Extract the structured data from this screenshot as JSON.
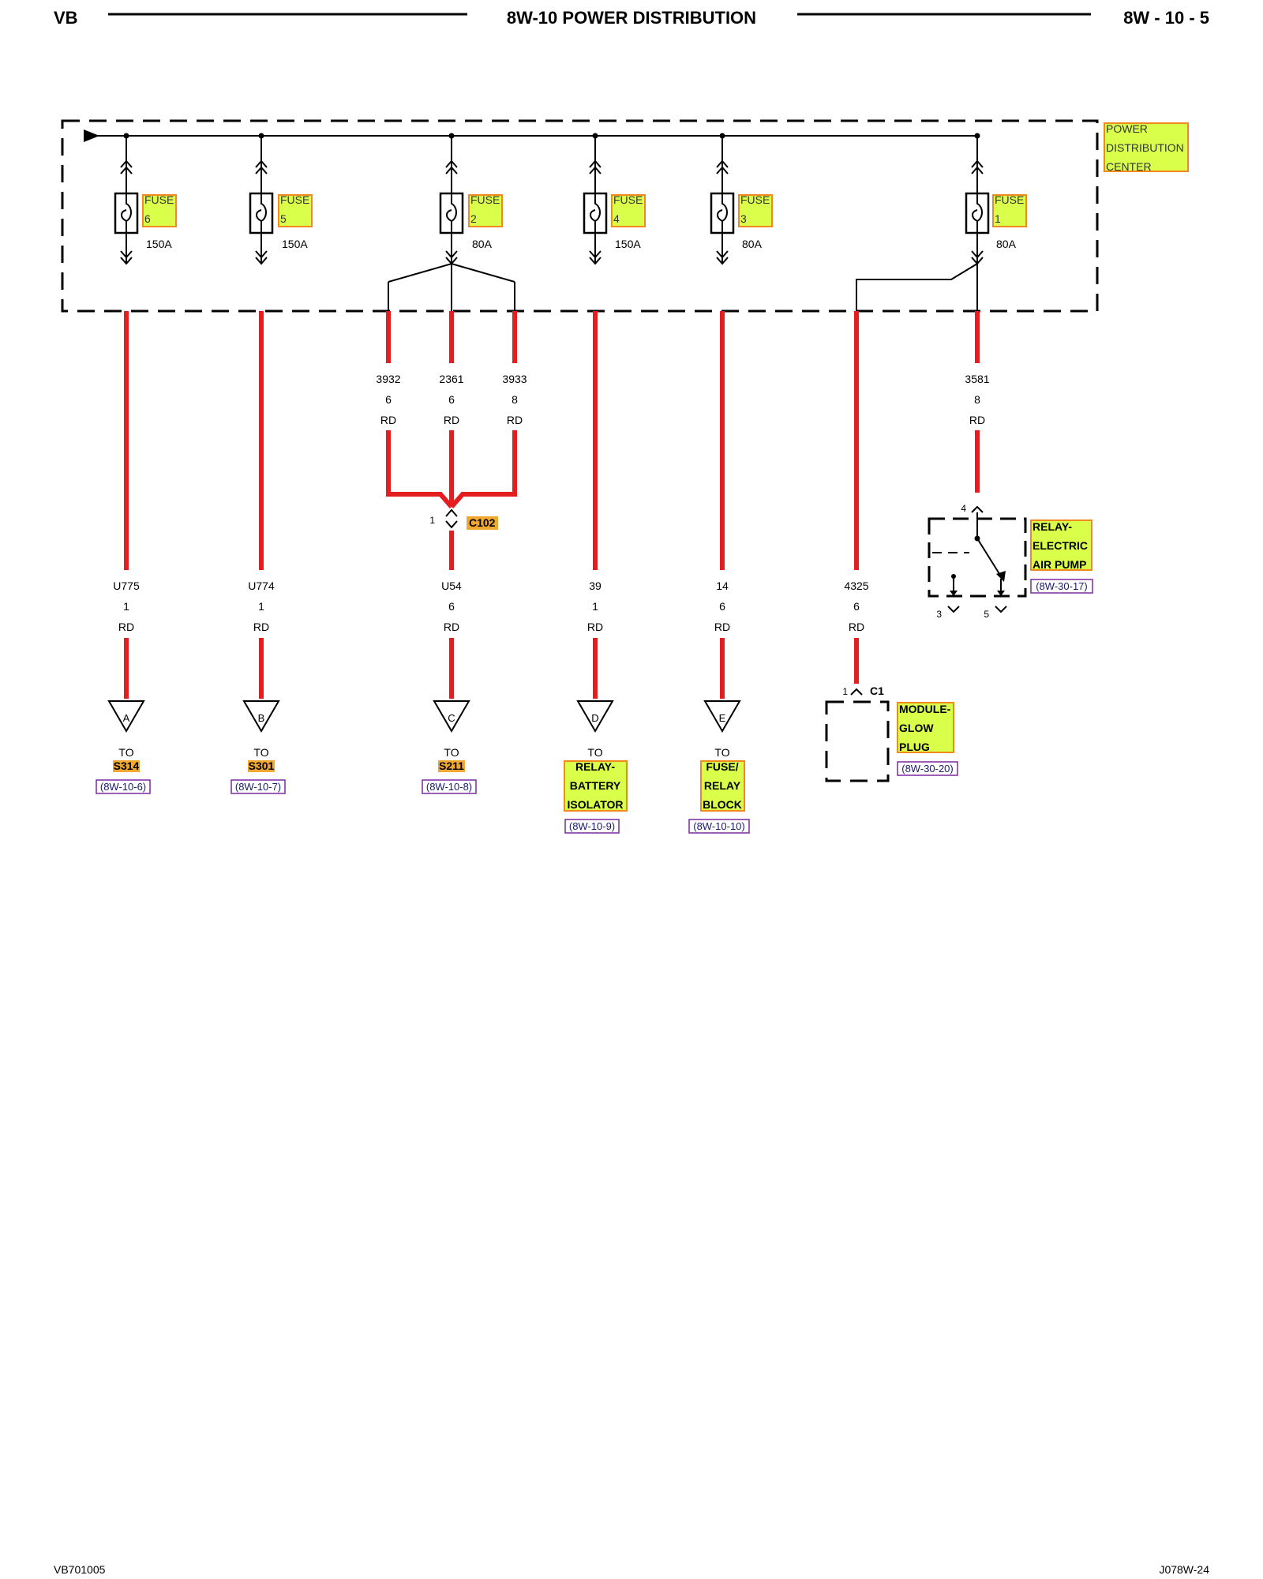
{
  "header": {
    "left": "VB",
    "title": "8W-10 POWER DISTRIBUTION",
    "page": "8W - 10 - 5"
  },
  "pdc": {
    "label_lines": [
      "POWER",
      "DISTRIBUTION",
      "CENTER"
    ]
  },
  "fuses": [
    {
      "word": "FUSE",
      "num": "6",
      "rating": "150A"
    },
    {
      "word": "FUSE",
      "num": "5",
      "rating": "150A"
    },
    {
      "word": "FUSE",
      "num": "2",
      "rating": "80A"
    },
    {
      "word": "FUSE",
      "num": "4",
      "rating": "150A"
    },
    {
      "word": "FUSE",
      "num": "3",
      "rating": "80A"
    },
    {
      "word": "FUSE",
      "num": "1",
      "rating": "80A"
    }
  ],
  "upper_wires": [
    {
      "circuit": "3932",
      "gauge": "6",
      "color": "RD"
    },
    {
      "circuit": "2361",
      "gauge": "6",
      "color": "RD"
    },
    {
      "circuit": "3933",
      "gauge": "8",
      "color": "RD"
    },
    {
      "circuit": "3581",
      "gauge": "8",
      "color": "RD"
    }
  ],
  "splice": {
    "pin": "1",
    "name": "C102"
  },
  "lower_wires": [
    {
      "circuit": "U775",
      "gauge": "1",
      "color": "RD"
    },
    {
      "circuit": "U774",
      "gauge": "1",
      "color": "RD"
    },
    {
      "circuit": "U54",
      "gauge": "6",
      "color": "RD"
    },
    {
      "circuit": "39",
      "gauge": "1",
      "color": "RD"
    },
    {
      "circuit": "14",
      "gauge": "6",
      "color": "RD"
    },
    {
      "circuit": "4325",
      "gauge": "6",
      "color": "RD"
    }
  ],
  "connectors": [
    {
      "letter": "A",
      "to": "TO",
      "dest_lines": [
        "S314"
      ],
      "ref": "(8W-10-6)"
    },
    {
      "letter": "B",
      "to": "TO",
      "dest_lines": [
        "S301"
      ],
      "ref": "(8W-10-7)"
    },
    {
      "letter": "C",
      "to": "TO",
      "dest_lines": [
        "S211"
      ],
      "ref": "(8W-10-8)"
    },
    {
      "letter": "D",
      "to": "TO",
      "dest_lines": [
        "RELAY-",
        "BATTERY",
        "ISOLATOR"
      ],
      "ref": "(8W-10-9)"
    },
    {
      "letter": "E",
      "to": "TO",
      "dest_lines": [
        "FUSE/",
        "RELAY",
        "BLOCK"
      ],
      "ref": "(8W-10-10)"
    }
  ],
  "relay": {
    "label_lines": [
      "RELAY-",
      "ELECTRIC",
      "AIR PUMP"
    ],
    "ref": "(8W-30-17)",
    "pin_top": "4",
    "pin_left": "3",
    "pin_right": "5"
  },
  "module": {
    "label_lines": [
      "MODULE-",
      "GLOW",
      "PLUG"
    ],
    "ref": "(8W-30-20)",
    "pin": "1",
    "connector": "C1"
  },
  "footer": {
    "left": "VB701005",
    "right": "J078W-24"
  },
  "colors": {
    "wire": "#e41e1e",
    "highlight": "#d9ff4a",
    "highlight_border": "#f08a1c",
    "ref_border": "#7b2aa0"
  }
}
